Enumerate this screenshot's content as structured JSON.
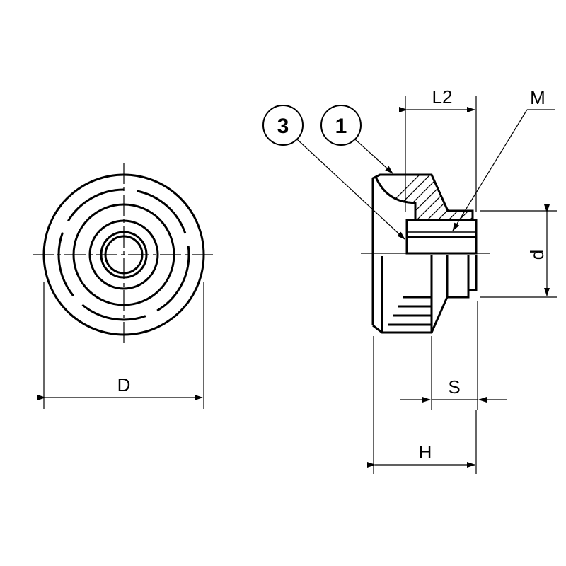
{
  "dimensions": {
    "D": "D",
    "L2": "L2",
    "M": "M",
    "d": "d",
    "S": "S",
    "H": "H"
  },
  "balloons": [
    "3",
    "1"
  ],
  "colors": {
    "line": "#000000",
    "background": "#ffffff"
  }
}
